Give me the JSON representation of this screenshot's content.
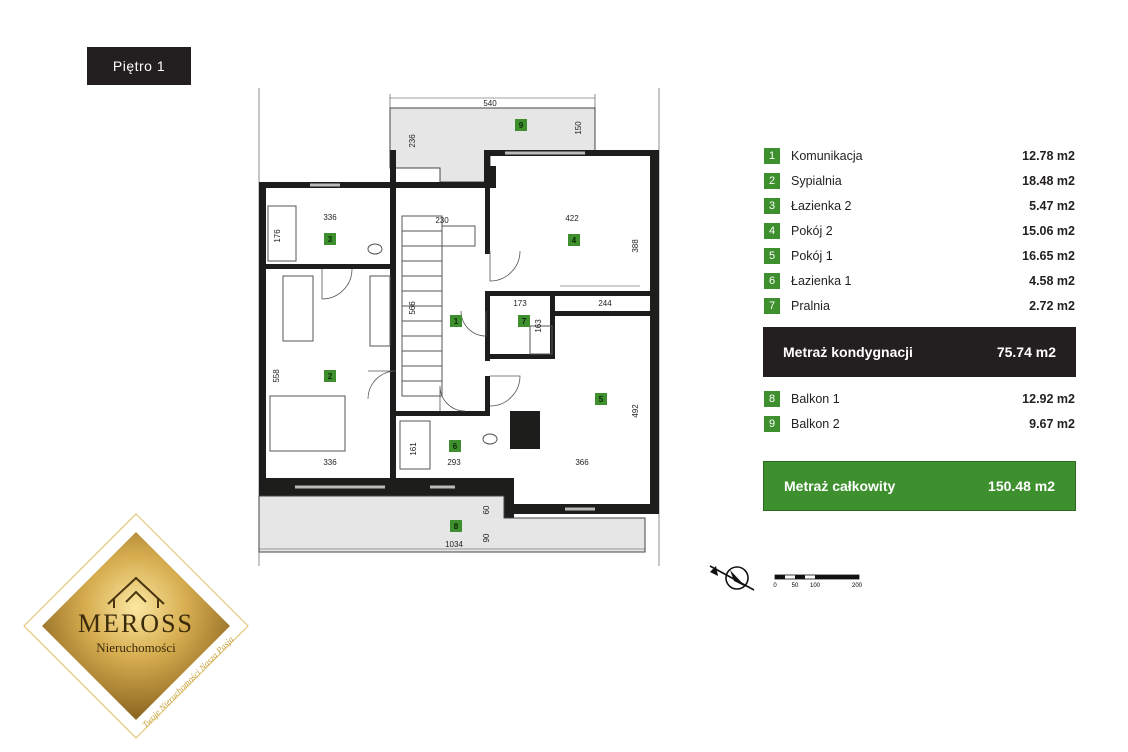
{
  "floor_label": "Piętro 1",
  "plan": {
    "dimensions": {
      "balcony2_width": "540",
      "balcony2_depth": "150",
      "balcony2_side": "236",
      "bath2_width": "336",
      "bath2_depth": "176",
      "stair_width": "230",
      "room4_width": "422",
      "room4_depth": "388",
      "hall_depth": "566",
      "laundry_width": "173",
      "laundry_depth": "163",
      "room4_closet": "244",
      "bedroom_depth": "558",
      "room5_depth": "492",
      "bedroom_width": "336",
      "bath1_width": "293",
      "bath1_depth": "161",
      "room5_width": "366",
      "balcony1_width": "1034",
      "balcony1_depth_a": "60",
      "balcony1_depth_b": "90"
    },
    "room_markers": [
      "1",
      "2",
      "3",
      "4",
      "5",
      "6",
      "7",
      "8",
      "9"
    ]
  },
  "rooms": [
    {
      "num": "1",
      "name": "Komunikacja",
      "area": "12.78 m2"
    },
    {
      "num": "2",
      "name": "Sypialnia",
      "area": "18.48 m2"
    },
    {
      "num": "3",
      "name": "Łazienka 2",
      "area": "5.47 m2"
    },
    {
      "num": "4",
      "name": "Pokój 2",
      "area": "15.06 m2"
    },
    {
      "num": "5",
      "name": "Pokój 1",
      "area": "16.65 m2"
    },
    {
      "num": "6",
      "name": "Łazienka 1",
      "area": "4.58 m2"
    },
    {
      "num": "7",
      "name": "Pralnia",
      "area": "2.72 m2"
    }
  ],
  "floor_total": {
    "label": "Metraż kondygnacji",
    "value": "75.74 m2"
  },
  "balconies": [
    {
      "num": "8",
      "name": "Balkon 1",
      "area": "12.92 m2"
    },
    {
      "num": "9",
      "name": "Balkon 2",
      "area": "9.67 m2"
    }
  ],
  "grand_total": {
    "label": "Metraż całkowity",
    "value": "150.48 m2"
  },
  "logo": {
    "brand": "MEROSS",
    "subtitle": "Nieruchomości",
    "tagline": "Twoje Nieruchomości Nasza Pasja"
  },
  "scale_bar": {
    "ticks": [
      "0",
      "50",
      "100",
      "200"
    ]
  },
  "colors": {
    "accent_green": "#3e8f2e",
    "dark": "#231f20",
    "gold": "#c9a23c"
  }
}
